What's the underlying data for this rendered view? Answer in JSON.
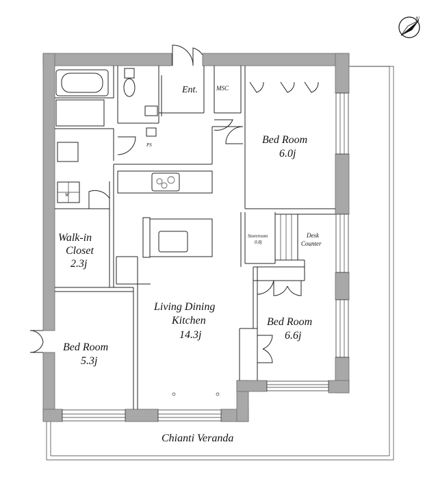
{
  "compass": {
    "label": "N",
    "icon": "north-arrow-icon"
  },
  "rooms": {
    "entrance": "Ent.",
    "msc": "MSC",
    "ps": "PS",
    "bed_north": {
      "name": "Bed Room",
      "size": "6.0j"
    },
    "walkin": {
      "line1": "Walk-in",
      "line2": "Closet",
      "size": "2.3j"
    },
    "storeroom": {
      "name": "Storeroom",
      "size": "0.8j"
    },
    "desk": {
      "line1": "Desk",
      "line2": "Counter"
    },
    "ldk": {
      "line1": "Living Dining",
      "line2": "Kitchen",
      "size": "14.3j"
    },
    "bed_east": {
      "name": "Bed Room",
      "size": "6.6j"
    },
    "bed_west": {
      "name": "Bed Room",
      "size": "5.3j"
    },
    "washer": "W",
    "veranda": "Chianti Veranda"
  }
}
